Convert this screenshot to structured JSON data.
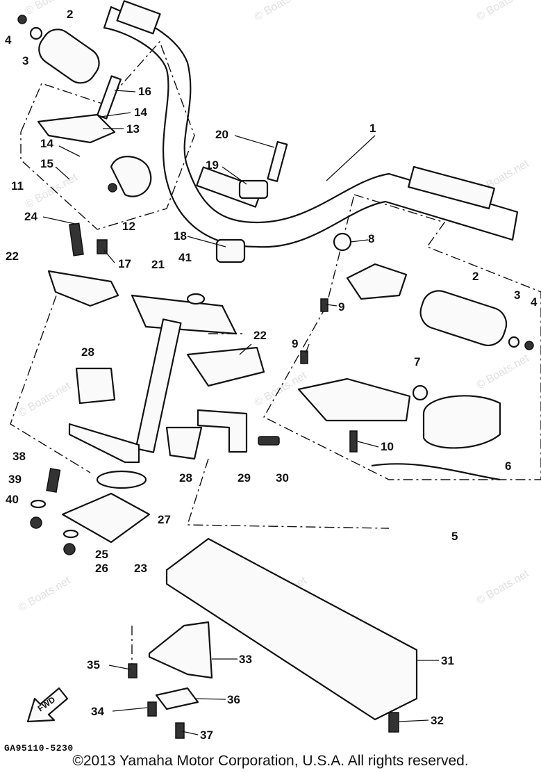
{
  "diagram": {
    "code": "GA95110-5230",
    "copyright": "©2013 Yamaha Motor Corporation, U.S.A. All rights reserved.",
    "watermark": "© Boats.net",
    "direction_arrow_label": "FWD",
    "callouts": [
      {
        "id": "c1",
        "label": "1"
      },
      {
        "id": "c2a",
        "label": "2"
      },
      {
        "id": "c2b",
        "label": "2"
      },
      {
        "id": "c3a",
        "label": "3"
      },
      {
        "id": "c3b",
        "label": "3"
      },
      {
        "id": "c4a",
        "label": "4"
      },
      {
        "id": "c4b",
        "label": "4"
      },
      {
        "id": "c5",
        "label": "5"
      },
      {
        "id": "c6",
        "label": "6"
      },
      {
        "id": "c7",
        "label": "7"
      },
      {
        "id": "c8",
        "label": "8"
      },
      {
        "id": "c9a",
        "label": "9"
      },
      {
        "id": "c9b",
        "label": "9"
      },
      {
        "id": "c10",
        "label": "10"
      },
      {
        "id": "c11",
        "label": "11"
      },
      {
        "id": "c12",
        "label": "12"
      },
      {
        "id": "c13",
        "label": "13"
      },
      {
        "id": "c14a",
        "label": "14"
      },
      {
        "id": "c14b",
        "label": "14"
      },
      {
        "id": "c15",
        "label": "15"
      },
      {
        "id": "c16",
        "label": "16"
      },
      {
        "id": "c17",
        "label": "17"
      },
      {
        "id": "c18",
        "label": "18"
      },
      {
        "id": "c19",
        "label": "19"
      },
      {
        "id": "c20",
        "label": "20"
      },
      {
        "id": "c21",
        "label": "21"
      },
      {
        "id": "c22a",
        "label": "22"
      },
      {
        "id": "c22b",
        "label": "22"
      },
      {
        "id": "c23",
        "label": "23"
      },
      {
        "id": "c24",
        "label": "24"
      },
      {
        "id": "c25",
        "label": "25"
      },
      {
        "id": "c26",
        "label": "26"
      },
      {
        "id": "c27",
        "label": "27"
      },
      {
        "id": "c28a",
        "label": "28"
      },
      {
        "id": "c28b",
        "label": "28"
      },
      {
        "id": "c29",
        "label": "29"
      },
      {
        "id": "c30",
        "label": "30"
      },
      {
        "id": "c31",
        "label": "31"
      },
      {
        "id": "c32",
        "label": "32"
      },
      {
        "id": "c33",
        "label": "33"
      },
      {
        "id": "c34",
        "label": "34"
      },
      {
        "id": "c35",
        "label": "35"
      },
      {
        "id": "c36",
        "label": "36"
      },
      {
        "id": "c37",
        "label": "37"
      },
      {
        "id": "c38",
        "label": "38"
      },
      {
        "id": "c39",
        "label": "39"
      },
      {
        "id": "c40",
        "label": "40"
      },
      {
        "id": "c41",
        "label": "41"
      }
    ]
  }
}
